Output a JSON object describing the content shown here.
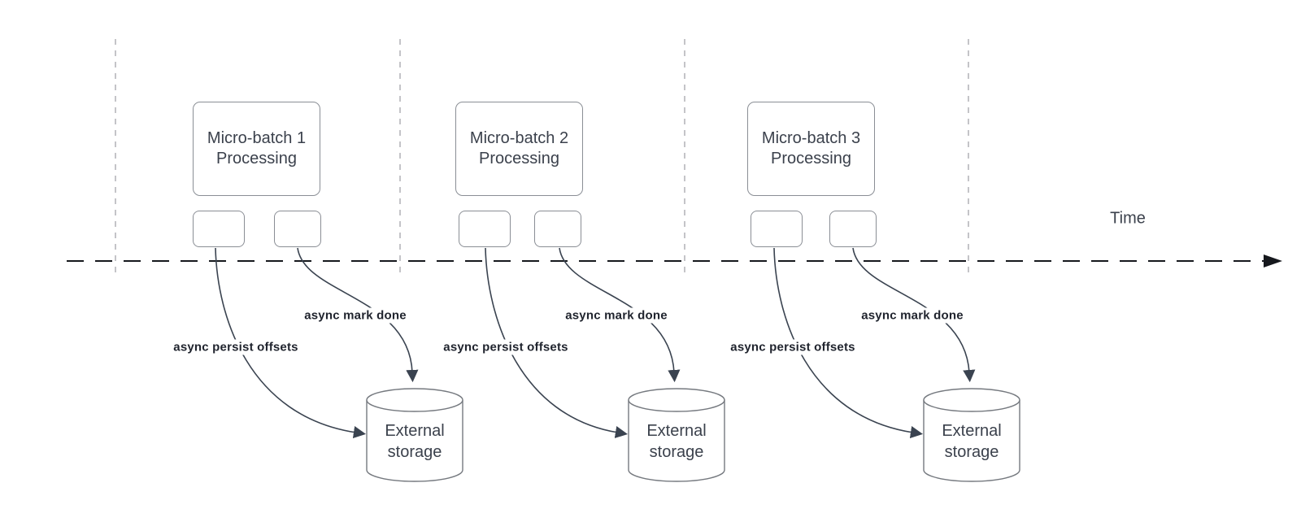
{
  "colors": {
    "canvas_bg": "#ffffff",
    "box_border": "#8a8e95",
    "cylinder_border": "#75797f",
    "text_dark": "#3b414c",
    "label_dark": "#20242e",
    "curve": "#3a4350",
    "timeline": "#16181d",
    "guide": "#b1b1b5"
  },
  "time_axis": {
    "label": "Time"
  },
  "batches": [
    {
      "title": "Micro-batch 1",
      "subtitle": "Processing",
      "persist_label": "async persist offsets",
      "done_label": "async mark done",
      "storage": {
        "line1": "External",
        "line2": "storage"
      }
    },
    {
      "title": "Micro-batch 2",
      "subtitle": "Processing",
      "persist_label": "async persist offsets",
      "done_label": "async mark done",
      "storage": {
        "line1": "External",
        "line2": "storage"
      }
    },
    {
      "title": "Micro-batch 3",
      "subtitle": "Processing",
      "persist_label": "async persist offsets",
      "done_label": "async mark done",
      "storage": {
        "line1": "External",
        "line2": "storage"
      }
    }
  ]
}
